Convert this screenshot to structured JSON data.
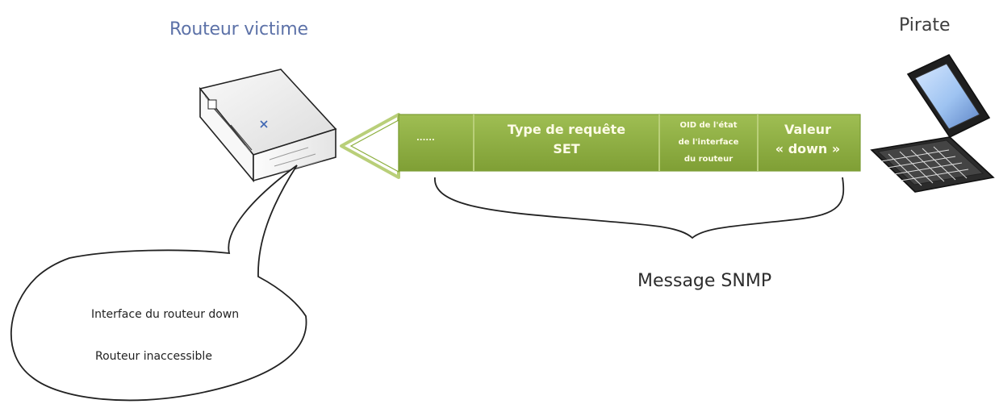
{
  "diagram": {
    "router": {
      "label": "Routeur victime"
    },
    "attacker": {
      "label": "Pirate"
    },
    "packet": {
      "segments": [
        {
          "text": "......"
        },
        {
          "lines": [
            "Type de requête",
            "SET"
          ]
        },
        {
          "lines": [
            "OID de l'état",
            "de l'interface",
            "du routeur"
          ]
        },
        {
          "lines": [
            "Valeur",
            "« down »"
          ]
        }
      ]
    },
    "brace_label": "Message SNMP",
    "bubble": {
      "lines": [
        "Interface du routeur down",
        "Routeur inaccessible"
      ]
    },
    "colors": {
      "packet_fill": "#8cae3e",
      "packet_line": "#b9cf79",
      "router_body": "#f5f5f5",
      "router_top": "#e7e7e7",
      "router_title": "#5d72a8",
      "stroke": "#222222"
    }
  }
}
